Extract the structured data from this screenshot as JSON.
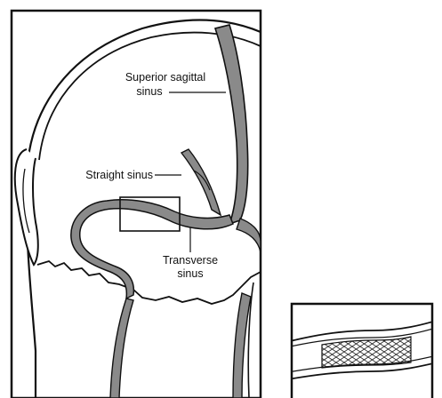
{
  "labels": {
    "superior_sagittal_line1": "Superior sagittal",
    "superior_sagittal_line2": "sinus",
    "straight_sinus": "Straight sinus",
    "transverse_line1": "Transverse",
    "transverse_line2": "sinus"
  },
  "colors": {
    "sinus_fill": "#8a8a8a",
    "outline": "#111111",
    "background": "#ffffff"
  }
}
